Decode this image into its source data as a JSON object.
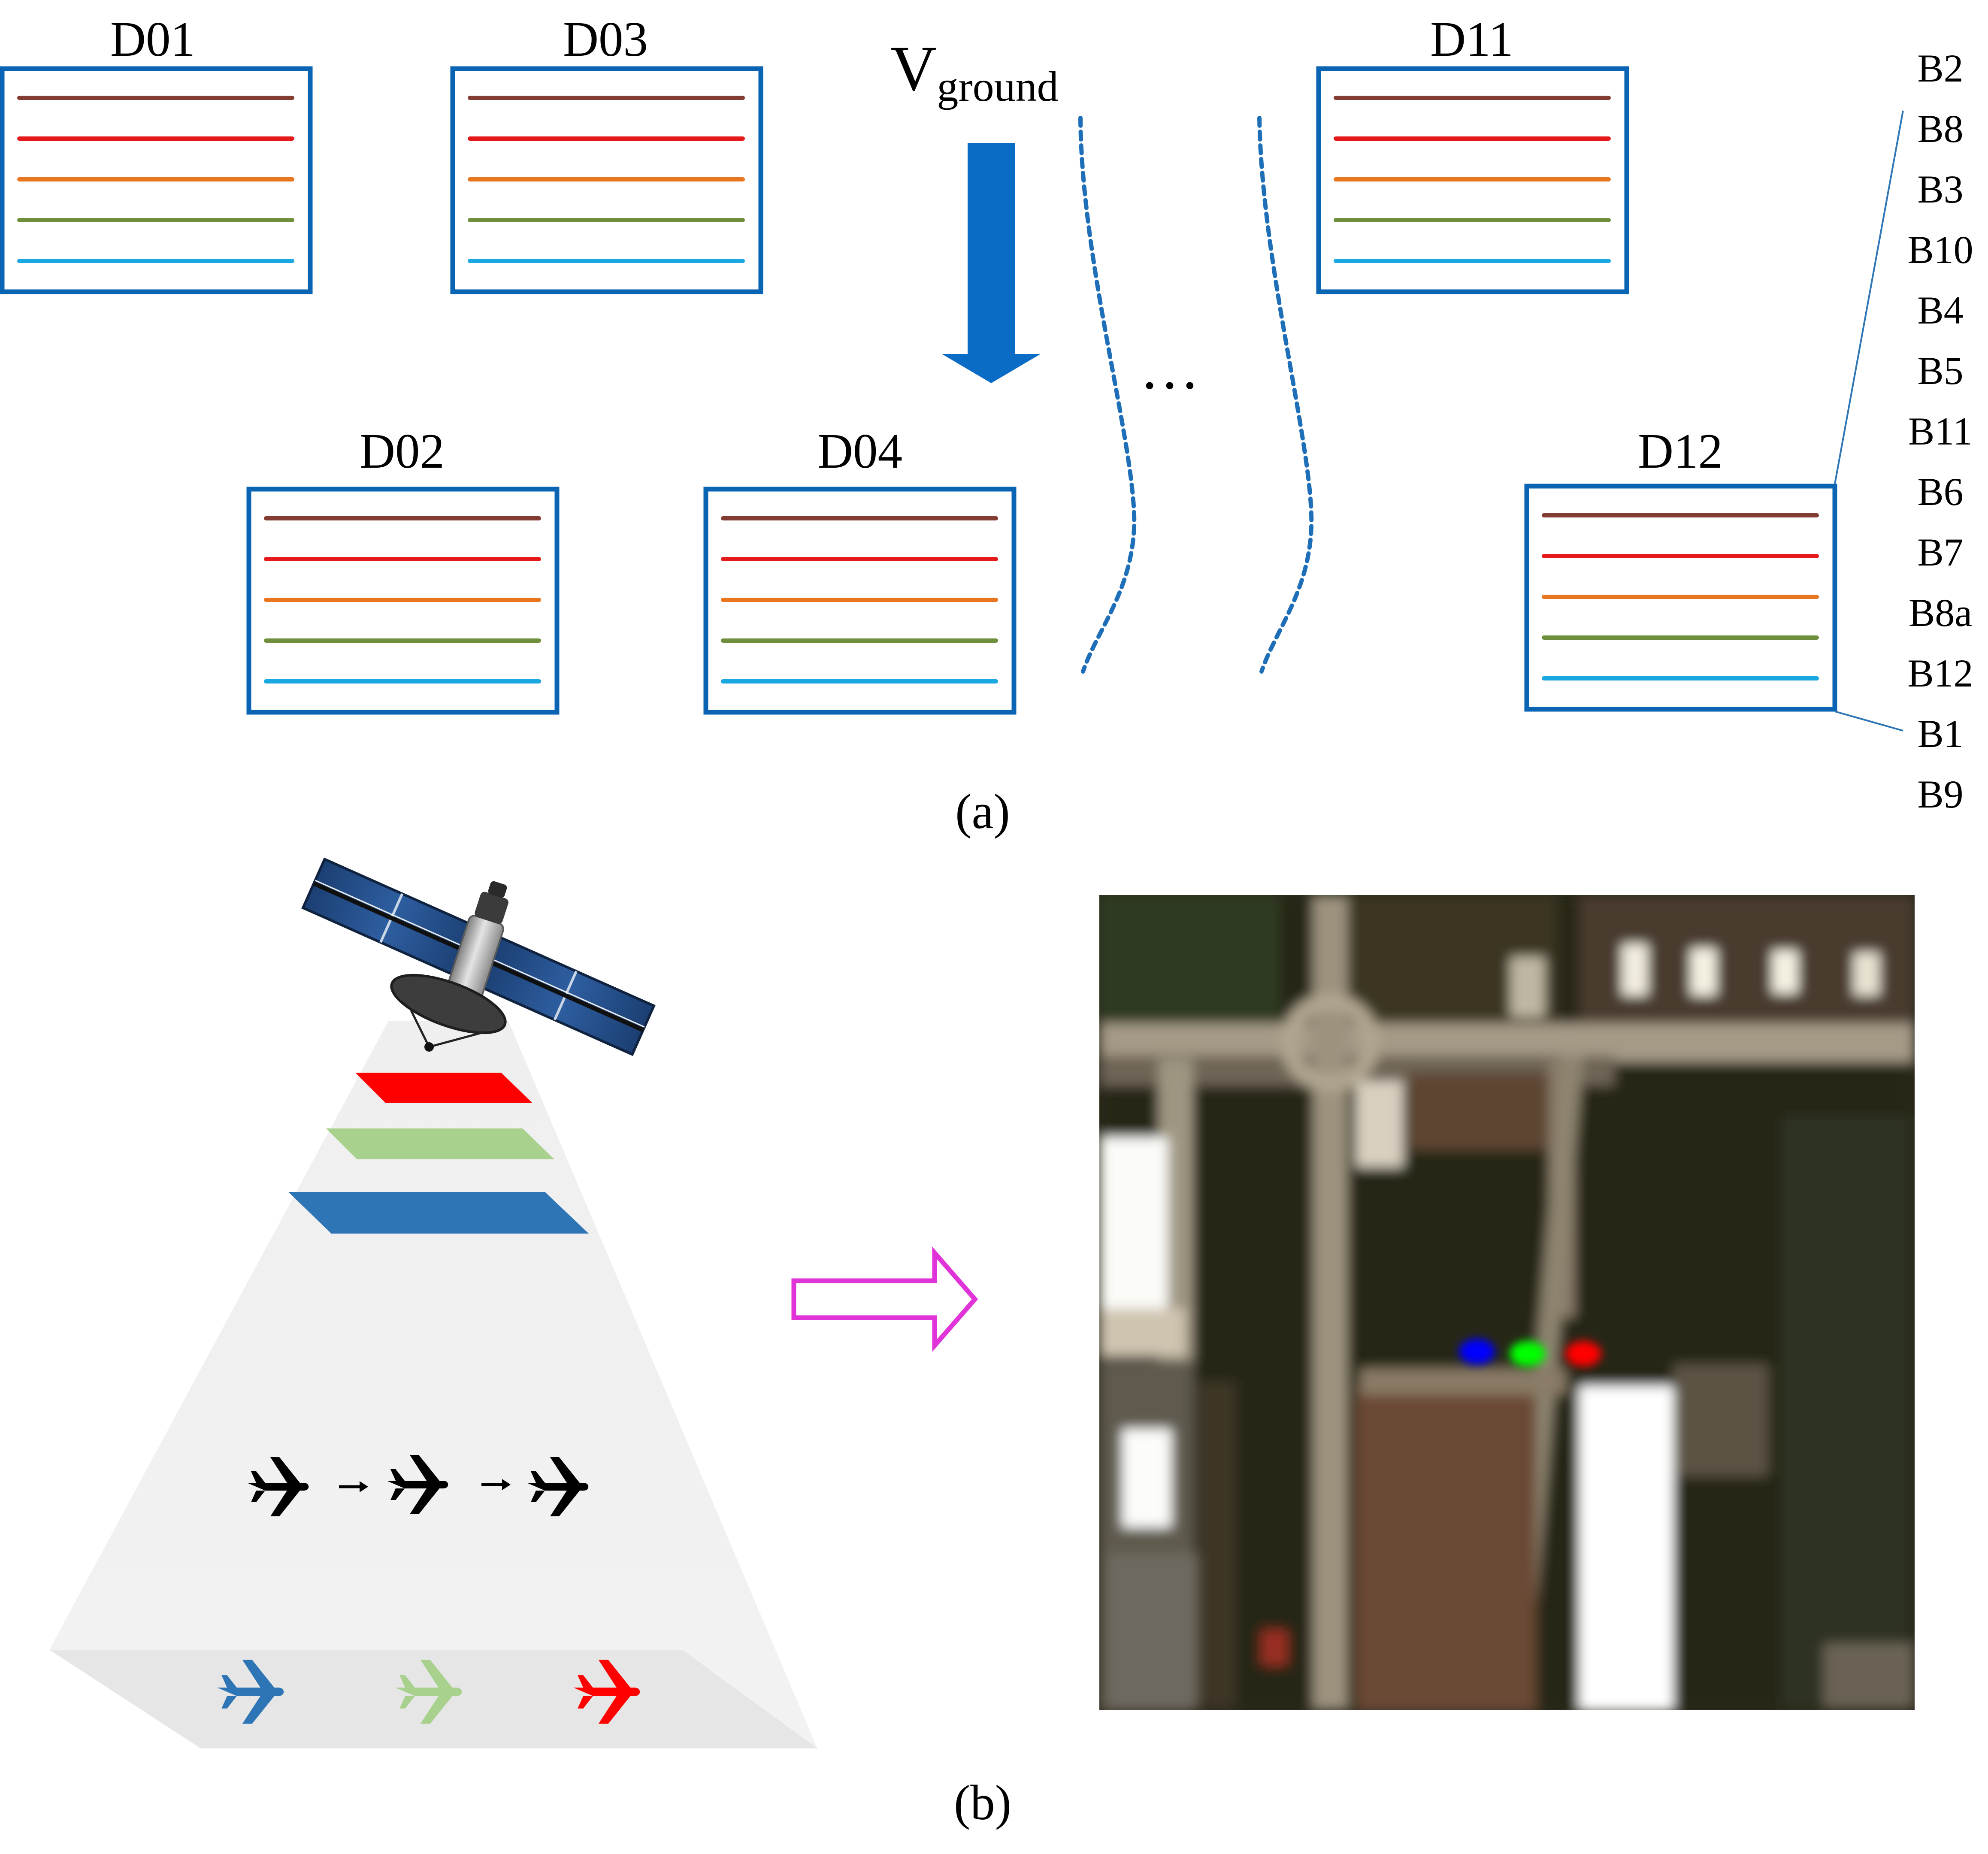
{
  "panel_a": {
    "caption": "(a)",
    "velocity_label": {
      "main": "V",
      "subscript": "ground"
    },
    "ellipsis": "…",
    "detectors": [
      {
        "id": "d01",
        "label": "D01"
      },
      {
        "id": "d03",
        "label": "D03"
      },
      {
        "id": "d11",
        "label": "D11"
      },
      {
        "id": "d02",
        "label": "D02"
      },
      {
        "id": "d04",
        "label": "D04"
      },
      {
        "id": "d12",
        "label": "D12"
      }
    ],
    "band_order": [
      "B2",
      "B8",
      "B3",
      "B10",
      "B4",
      "B5",
      "B11",
      "B6",
      "B7",
      "B8a",
      "B12",
      "B1",
      "B9"
    ],
    "band_line_colors": [
      "#833C32",
      "#E41A1A",
      "#E8761E",
      "#6F8F3C",
      "#1AA8E0"
    ],
    "box_border_color": "#0A64B4",
    "arrow_color": "#0A6CC4"
  },
  "panel_b": {
    "caption": "(b)",
    "band_plane_colors": [
      "#FF0000",
      "#A9D18E",
      "#2E75B6"
    ],
    "airplane_colors": [
      "#2E75B6",
      "#A9D18E",
      "#FF0000"
    ],
    "arrow_color": "#E033D8",
    "rgb_ghost_colors": [
      "#0000FF",
      "#00FF00",
      "#FF0000"
    ]
  }
}
